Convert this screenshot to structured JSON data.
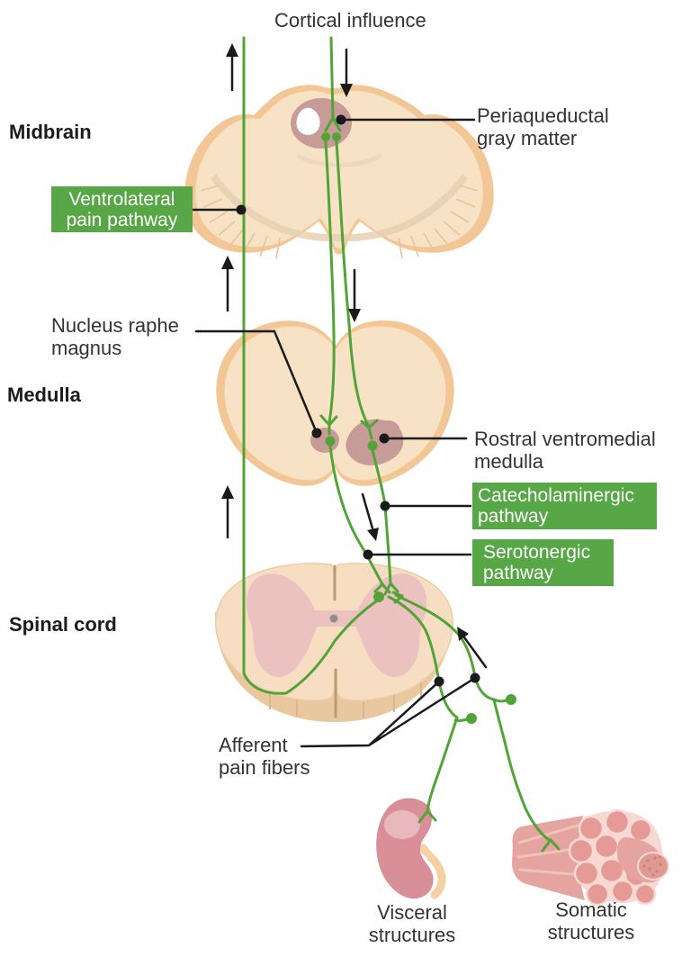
{
  "diagram": {
    "top_label": "Cortical influence",
    "region_labels": {
      "midbrain": "Midbrain",
      "medulla": "Medulla",
      "spinal_cord": "Spinal cord"
    },
    "pathway_boxes": {
      "ventrolateral": {
        "line1": "Ventrolateral",
        "line2": "pain pathway"
      },
      "catecholaminergic": {
        "line1": "Catecholaminergic",
        "line2": "pathway"
      },
      "serotonergic": {
        "line1": "Serotonergic",
        "line2": "pathway"
      }
    },
    "anatomy_labels": {
      "periaqueductal": {
        "line1": "Periaqueductal",
        "line2": "gray matter"
      },
      "nucleus_raphe": {
        "line1": "Nucleus raphe",
        "line2": "magnus"
      },
      "rostral_ventromedial": {
        "line1": "Rostral ventromedial",
        "line2": "medulla"
      },
      "afferent": {
        "line1": "Afferent",
        "line2": "pain fibers"
      }
    },
    "structure_labels": {
      "visceral": {
        "line1": "Visceral",
        "line2": "structures"
      },
      "somatic": {
        "line1": "Somatic",
        "line2": "structures"
      }
    },
    "colors": {
      "pathway_green": "#52a436",
      "box_green": "#57a747",
      "tissue_fill": "#f8e2c6",
      "tissue_border": "#f2c795",
      "spinal_top": "#f7dec2",
      "spinal_side": "#e9c89f",
      "gray_matter_pink": "#ecc2c0",
      "nucleus_mauve": "#c79b97",
      "kidney_pink": "#d98f97",
      "muscle_pink": "#e5a49f",
      "muscle_light": "#f7d9d3",
      "text_dark": "#333333",
      "black": "#1a1a1a"
    }
  }
}
